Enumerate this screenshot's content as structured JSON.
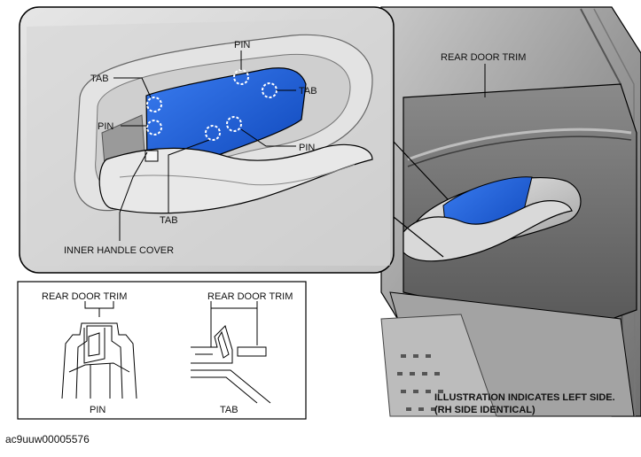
{
  "callouts": {
    "pin_top": "PIN",
    "tab_left": "TAB",
    "tab_right": "TAB",
    "pin_left": "PIN",
    "pin_right": "PIN",
    "tab_bottom": "TAB",
    "inner_handle_cover": "INNER HANDLE COVER"
  },
  "door_label": "REAR DOOR TRIM",
  "detail": {
    "pin_title": "REAR DOOR TRIM",
    "tab_title": "REAR DOOR TRIM",
    "pin_caption": "PIN",
    "tab_caption": "TAB"
  },
  "note": {
    "line1": "ILLUSTRATION INDICATES LEFT SIDE.",
    "line2": "(RH SIDE IDENTICAL)"
  },
  "figure_code": "ac9uuw00005576",
  "colors": {
    "cover_blue": "#1a5fd6",
    "trim_gray": "#8e8e8e",
    "outline": "#000000"
  }
}
